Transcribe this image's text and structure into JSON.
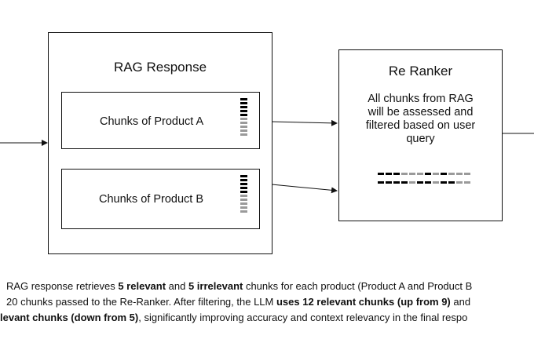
{
  "rag_box": {
    "title": "RAG Response",
    "product_a_label": "Chunks of Product A",
    "product_b_label": "Chunks of Product B"
  },
  "reranker_box": {
    "title": "Re Ranker",
    "desc_line1": "All chunks from RAG",
    "desc_line2": "will be assessed and",
    "desc_line3": "filtered based on user",
    "desc_line4": "query"
  },
  "caption": {
    "l1_a": "RAG response retrieves ",
    "l1_b": "5 relevant",
    "l1_c": " and ",
    "l1_d": "5 irrelevant",
    "l1_e": " chunks for each product (Product A and Product B",
    "l2_a": "20 chunks passed to the Re-Ranker. After filtering, the LLM ",
    "l2_b": "uses 12 relevant chunks (up from 9)",
    "l2_c": " and",
    "l3_a": "levant chunks (down from 5)",
    "l3_b": ", significantly improving accuracy and context relevancy in the final respo"
  },
  "colors": {
    "stroke": "#111111",
    "chunk_dark": "#000000",
    "chunk_light": "#9a9a9a"
  }
}
